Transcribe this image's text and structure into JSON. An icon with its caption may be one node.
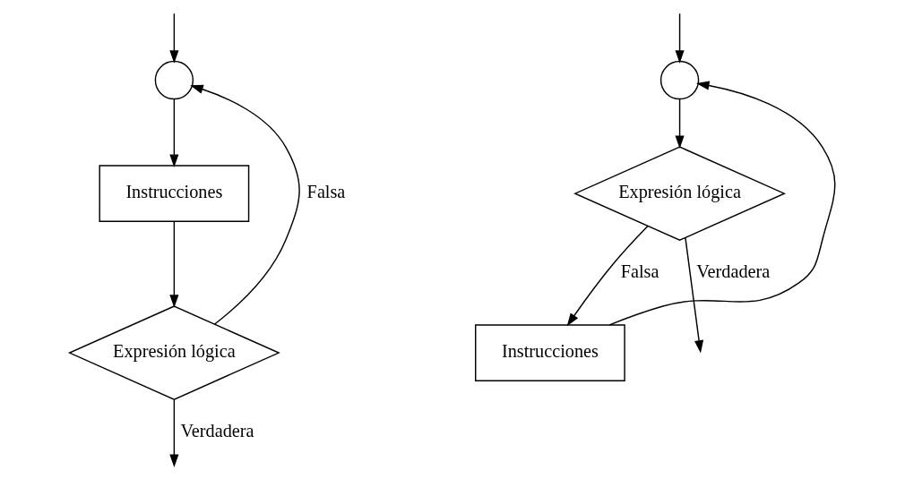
{
  "diagram": {
    "nodes": [
      {
        "text": [],
        "shape": "circle"
      },
      {
        "text": [
          "Instrucciones"
        ]
      },
      {
        "text": [
          "Expresión lógica"
        ]
      },
      {
        "text": [],
        "shape": "circle"
      },
      {
        "text": [
          "Expresión lógica"
        ]
      },
      {
        "text": [
          "Instrucciones"
        ]
      }
    ],
    "edges": [
      {
        "from": null,
        "to": 0,
        "arrow": "to"
      },
      {
        "from": 0,
        "to": 1,
        "arrow": "to"
      },
      {
        "from": 1,
        "to": 2,
        "arrow": "to"
      },
      {
        "from": 2,
        "to": 0,
        "arrow": "to",
        "label": "Falsa"
      },
      {
        "from": 2,
        "to": null,
        "arrow": "to",
        "label": "Verdadera"
      },
      {
        "from": null,
        "to": 3,
        "arrow": "to"
      },
      {
        "from": 3,
        "to": 4,
        "arrow": "to"
      },
      {
        "from": 4,
        "to": 5,
        "arrow": "to",
        "label": "Falsa"
      },
      {
        "from": 5,
        "to": 3,
        "arrow": "to"
      },
      {
        "from": 4,
        "to": null,
        "arrow": "to",
        "label": "Verdadera"
      }
    ]
  }
}
